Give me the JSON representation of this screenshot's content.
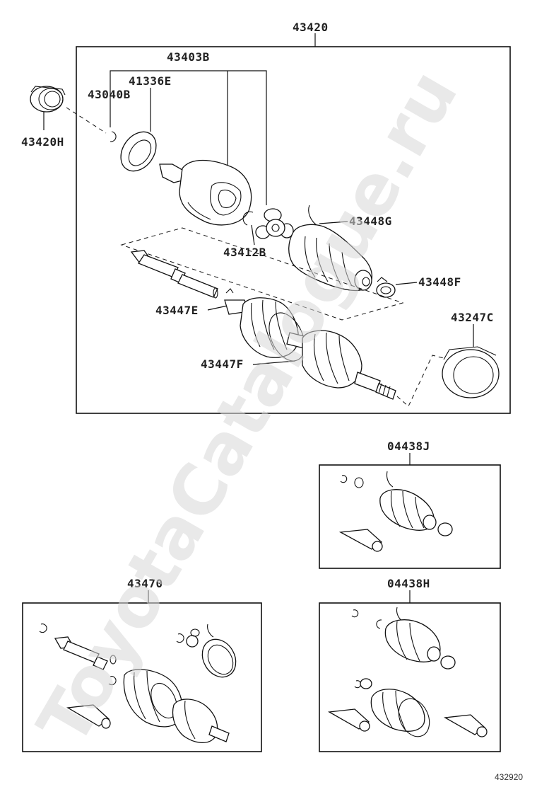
{
  "watermark": "ToyotaCatalogue.ru",
  "figure_number": "432920",
  "callouts": {
    "assembly_main": "43420",
    "boot_kit_j": "04438J",
    "shaft_assy_kit": "43470",
    "boot_kit_h": "04438H",
    "p43403b": "43403B",
    "p41336e": "41336E",
    "p43040b": "43040B",
    "p43420h": "43420H",
    "p43448g": "43448G",
    "p43412b": "43412B",
    "p43448f": "43448F",
    "p43447e": "43447E",
    "p43247c": "43247C",
    "p43447f": "43447F"
  }
}
